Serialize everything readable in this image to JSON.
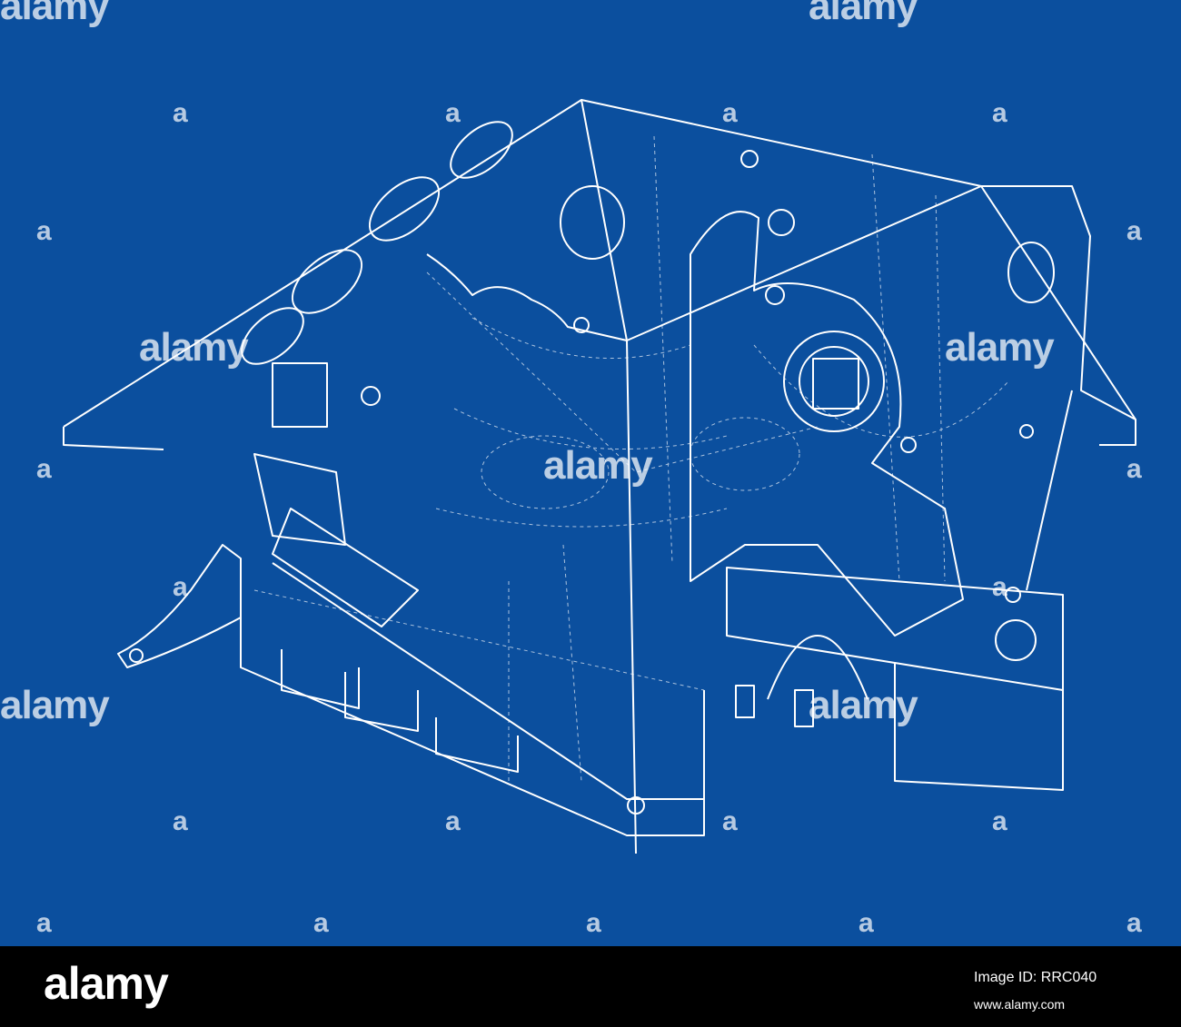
{
  "colors": {
    "background": "#0b4f9e",
    "lines": "#ffffff",
    "footer": "#000000"
  },
  "watermark": {
    "text": "alamy",
    "letter": "a"
  },
  "footer": {
    "logo": "alamy",
    "image_id": "Image ID: RRC040",
    "url": "www.alamy.com"
  }
}
